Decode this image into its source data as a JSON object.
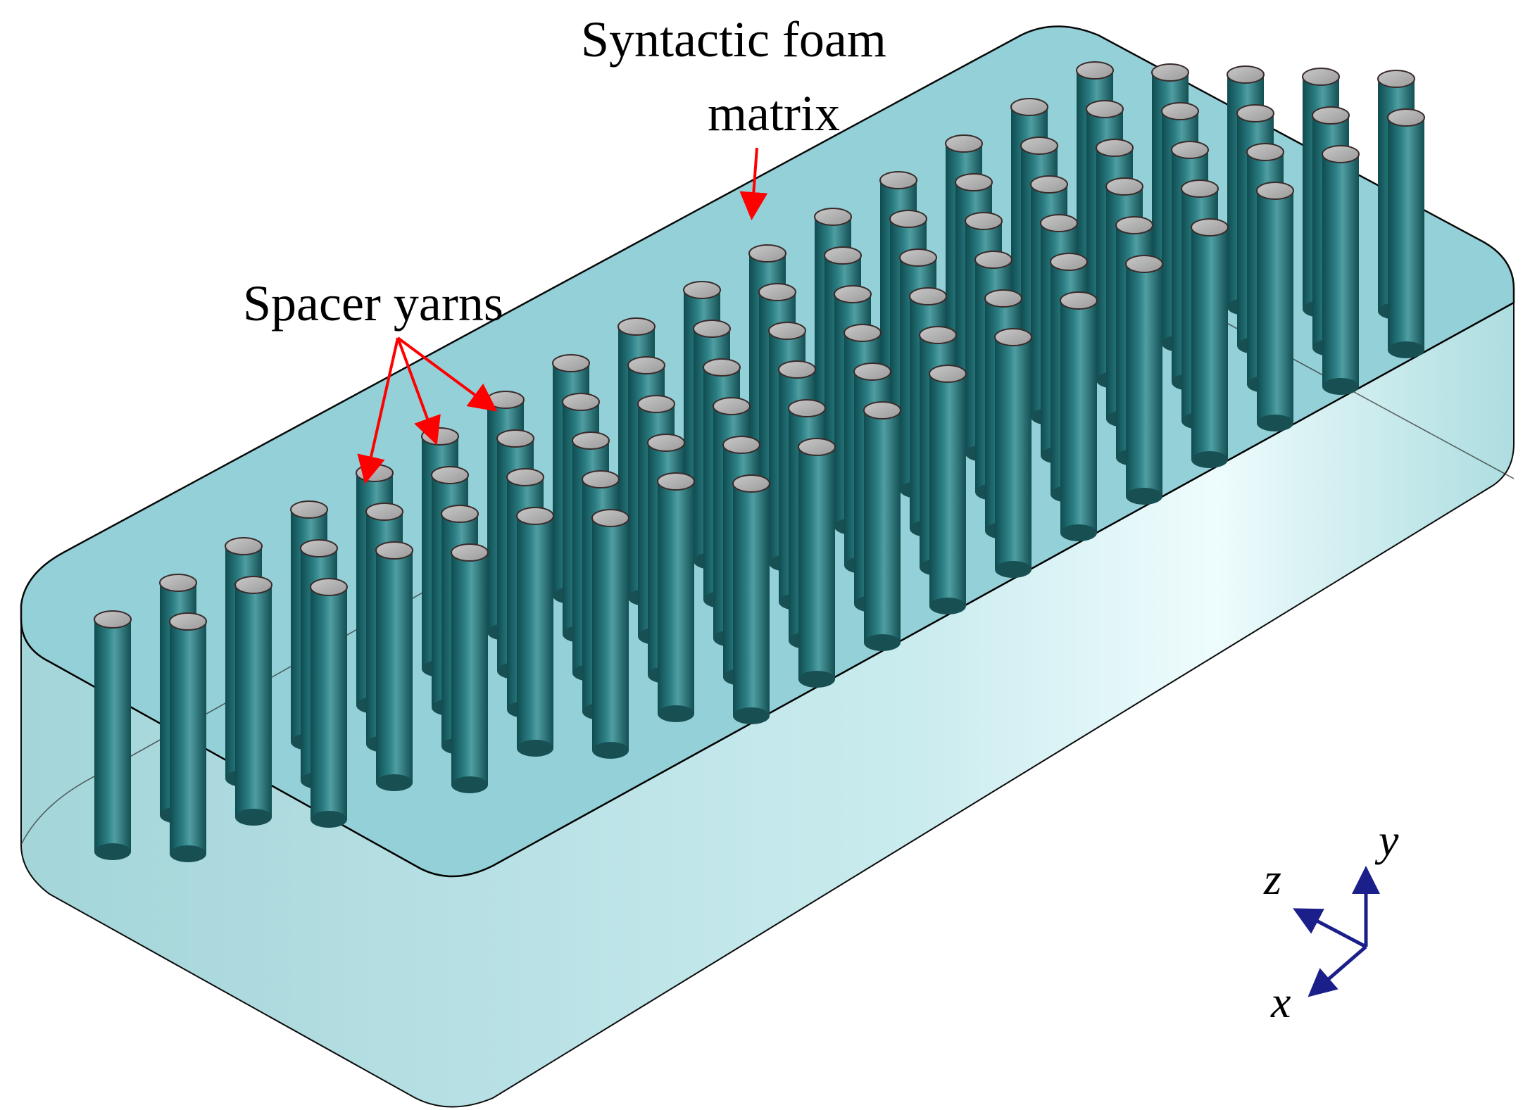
{
  "annotations": {
    "matrix_label_line1": "Syntactic foam",
    "matrix_label_line2": "matrix",
    "yarns_label": "Spacer yarns"
  },
  "axes": {
    "x_label": "x",
    "y_label": "y",
    "z_label": "z"
  },
  "colors": {
    "matrix_fill": "#8fcfd6",
    "matrix_side": "#a7dadd",
    "yarn_body": "#1f6b70",
    "yarn_cap": "#b0b0b0",
    "arrow": "#ff0000",
    "axis": "#1a1f8a"
  }
}
